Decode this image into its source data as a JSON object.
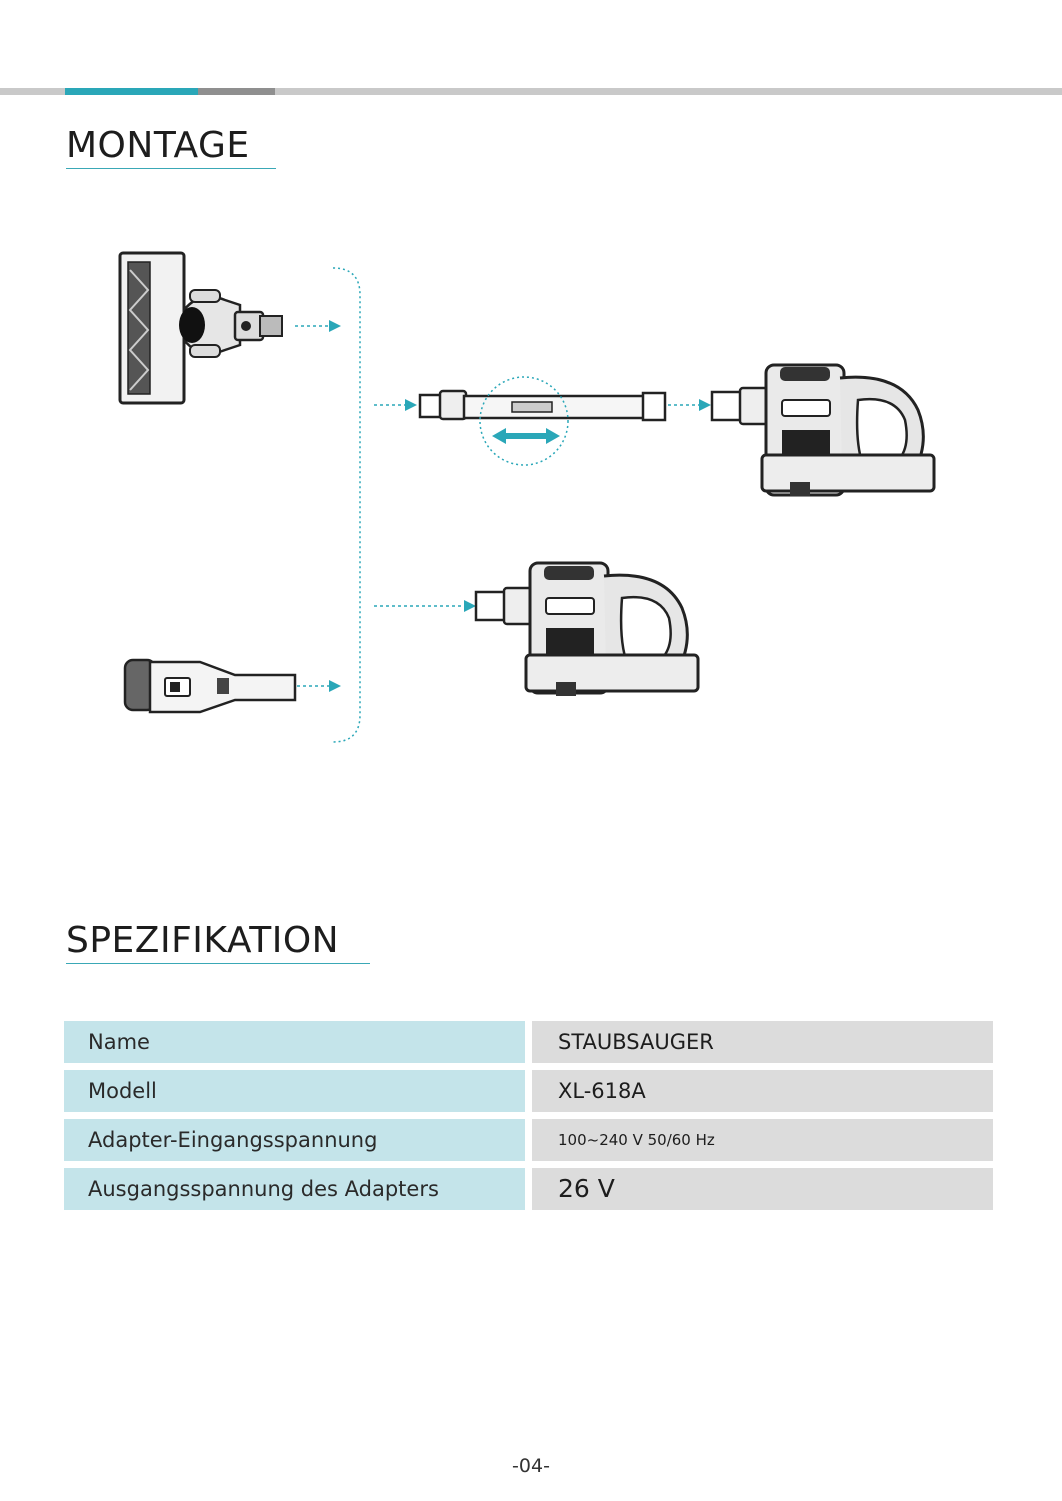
{
  "sections": {
    "montage_title": "MONTAGE",
    "spec_title": "SPEZIFIKATION"
  },
  "spec_table": {
    "rows": [
      {
        "key": "Name",
        "value": "STAUBSAUGER"
      },
      {
        "key": "Modell",
        "value": "XL-618A"
      },
      {
        "key": "Adapter-Eingangsspannung",
        "value": "100~240 V 50/60 Hz"
      },
      {
        "key": "Ausgangsspannung des Adapters",
        "value": "26 V"
      }
    ]
  },
  "page_number": "-04-",
  "colors": {
    "accent": "#2aa7b8",
    "key_cell": "#c4e4ea",
    "value_cell": "#dcdcdc"
  }
}
